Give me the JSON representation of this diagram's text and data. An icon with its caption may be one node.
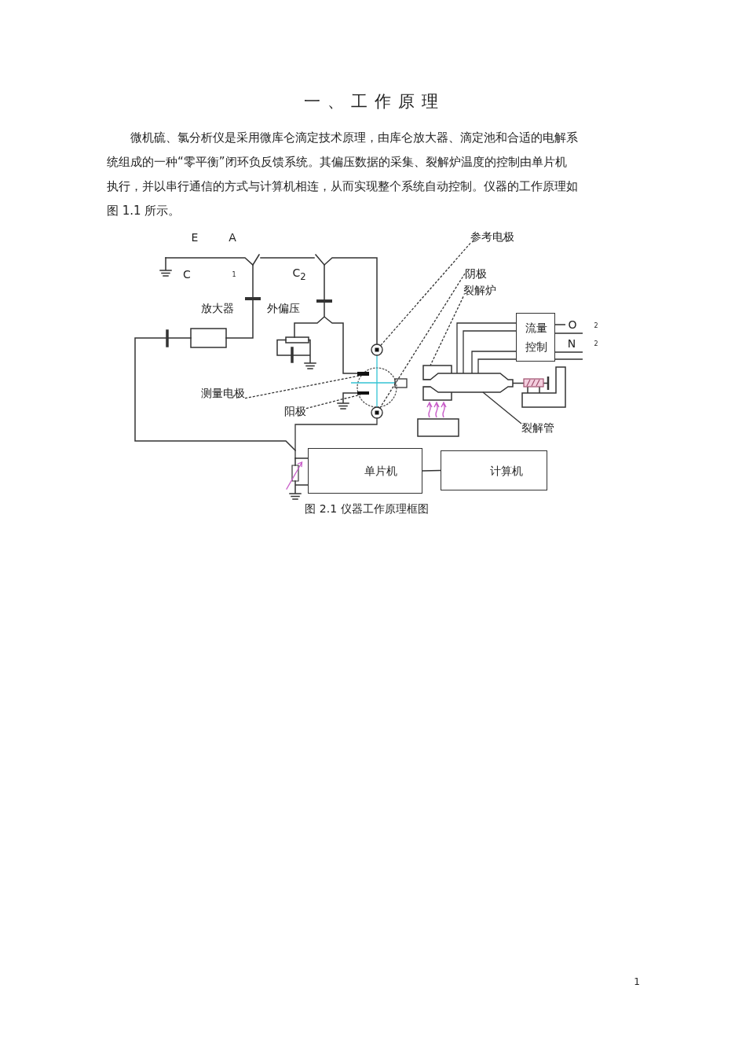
{
  "diagram": {
    "title": "一、工作原理",
    "caption": "图 2.1 仪器工作原理框图",
    "nodes": [
      {
        "text": [
          "参考电极"
        ]
      },
      {
        "text": [
          "阴极"
        ]
      },
      {
        "text": [
          "裂解炉"
        ]
      },
      {
        "text": [
          "流量控制"
        ]
      },
      {
        "text": [
          "测量电极"
        ]
      },
      {
        "text": [
          "阳极"
        ]
      },
      {
        "text": [
          "裂解管"
        ]
      },
      {
        "text": [
          "单片机"
        ]
      },
      {
        "text": [
          "计算机"
        ]
      },
      {
        "text": [],
        "shape": "circle"
      },
      {
        "text": [],
        "shape": "box"
      },
      {
        "text": [],
        "shape": "tube"
      }
    ],
    "edges": [
      {
        "from": 0,
        "to": 9,
        "arrow": "none",
        "style": "dashed"
      },
      {
        "from": 1,
        "to": 9,
        "arrow": "none",
        "style": "dashed"
      },
      {
        "from": 2,
        "to": 10,
        "arrow": "none",
        "style": "dashed"
      },
      {
        "from": 3,
        "to": 11,
        "arrow": "none"
      },
      {
        "from": 3,
        "to": 11,
        "arrow": "none"
      },
      {
        "from": 3,
        "to": 11,
        "arrow": "none"
      },
      {
        "from": 3,
        "to": 11,
        "arrow": "none"
      },
      {
        "from": 4,
        "to": 9,
        "arrow": "none",
        "style": "dashed"
      },
      {
        "from": 5,
        "to": 9,
        "arrow": "none",
        "style": "dashed"
      },
      {
        "from": 6,
        "to": 11,
        "arrow": "none"
      },
      {
        "from": 7,
        "to": 8,
        "arrow": "none"
      },
      {
        "from": 9,
        "to": 7,
        "arrow": "none"
      }
    ],
    "labels": [
      "微机硫、氯分析仪是采用微库仑滴定技术原理，由库仑放大器、滴定池和合适的电解系统组成的一种“零平衡”闭环负反馈系统。其偏压数据的采集、裂解炉温度的控制由单片机执行，并以串行通信的方式与计算机相连，从而实现整个系统自动控制。仪器的工作原理如图 1.1 所示。",
      "E",
      "A",
      "C",
      "1",
      "C$_{2}$",
      "放大器",
      "外偏压",
      "O",
      "2",
      "N",
      "2",
      "1"
    ]
  }
}
